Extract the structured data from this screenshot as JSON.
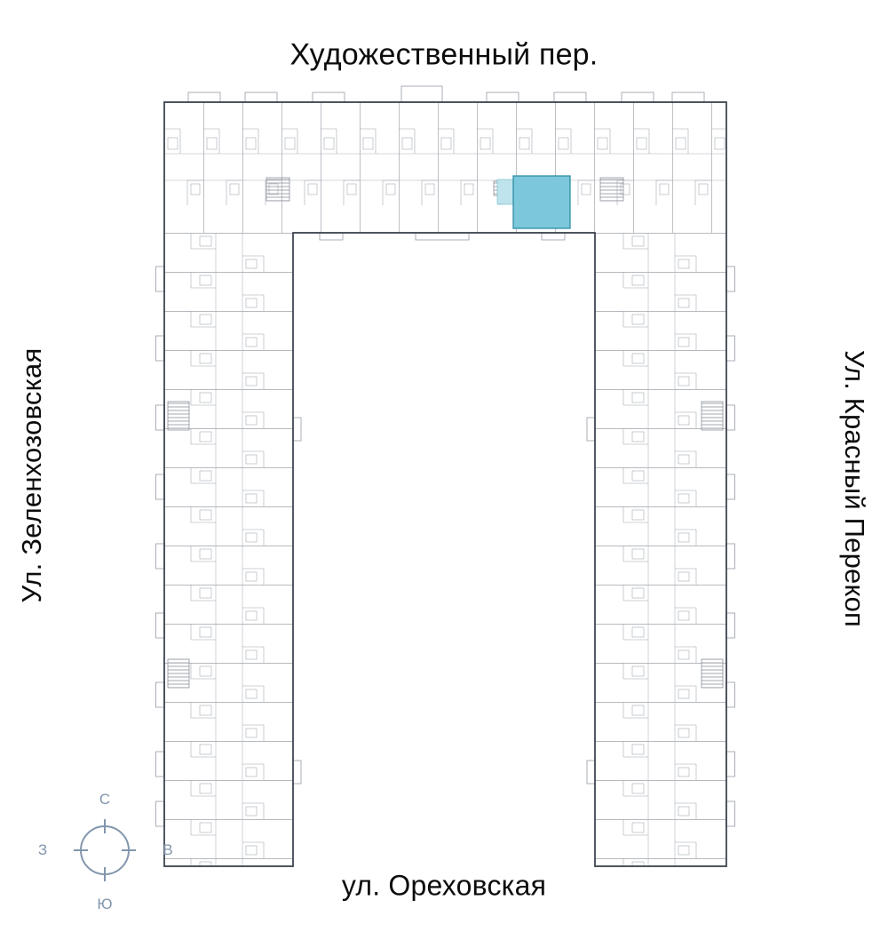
{
  "streets": {
    "top": "Художественный пер.",
    "left": "Ул. Зеленхозовская",
    "right": "Ул. Красный Перекоп",
    "bottom": "ул. Ореховская"
  },
  "compass": {
    "north": "С",
    "south": "Ю",
    "west": "З",
    "east": "В"
  },
  "highlight": {
    "fill": "#7cc7d9",
    "balcony_fill": "#bfe3ec"
  }
}
